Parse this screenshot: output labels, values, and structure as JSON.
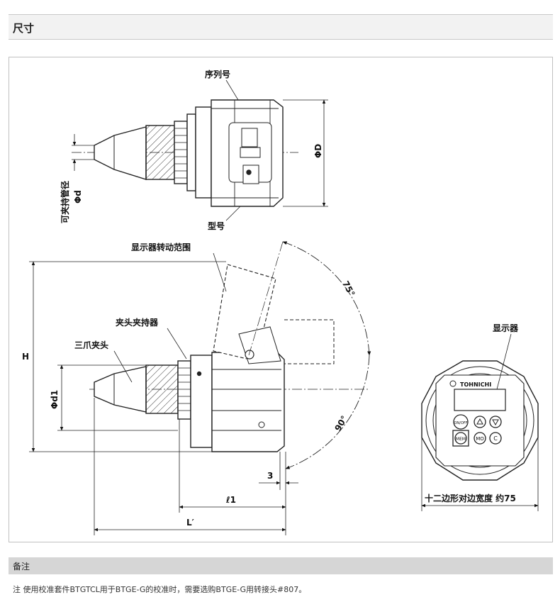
{
  "header": {
    "title": "尺寸"
  },
  "labels": {
    "serial_no": "序列号",
    "model": "型号",
    "phi_D": "ΦD",
    "holdable_diameter": "可夹持管径",
    "phi_d": "Φd",
    "display_rotation_range": "显示器转动范围",
    "angle_75": "75°",
    "angle_90": "90°",
    "chuck_holder": "夹头夹持器",
    "three_jaw_chuck": "三爪夹头",
    "H": "H",
    "phi_d1": "Φd1",
    "dim_3": "3",
    "l1": "ℓ1",
    "L_prime": "L′",
    "display": "显示器",
    "dodecagon_width": "十二边形对边宽度 约75",
    "brand": "TOHNICHI",
    "btn_on_off": "ON/OFF",
    "btn_mem": "MEM",
    "btn_mo": "MO",
    "btn_c": "C"
  },
  "notes": {
    "title": "备注",
    "text": "注 使用校准套件BTGTCL用于BTGE-G的校准时，需要选购BTGE-G用转接头#807。"
  }
}
